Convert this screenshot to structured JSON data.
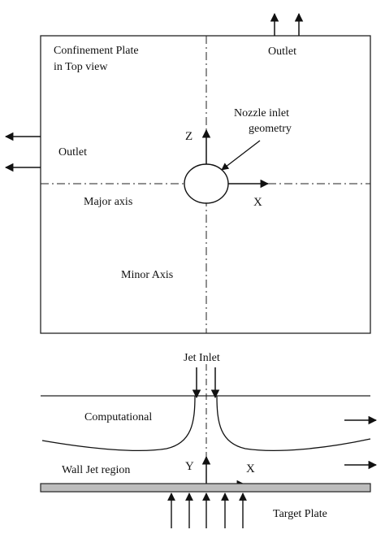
{
  "top_view": {
    "title_line1": "Confinement Plate",
    "title_line2": "in Top view",
    "outlet_top": "Outlet",
    "outlet_left": "Outlet",
    "nozzle_line1": "Nozzle inlet",
    "nozzle_line2": "geometry",
    "z_label": "Z",
    "x_label": "X",
    "major_axis": "Major axis",
    "minor_axis": "Minor Axis"
  },
  "side_view": {
    "jet_inlet": "Jet Inlet",
    "computational": "Computational",
    "wall_jet": "Wall Jet region",
    "y_label": "Y",
    "x_label": "X",
    "target_plate": "Target Plate"
  }
}
